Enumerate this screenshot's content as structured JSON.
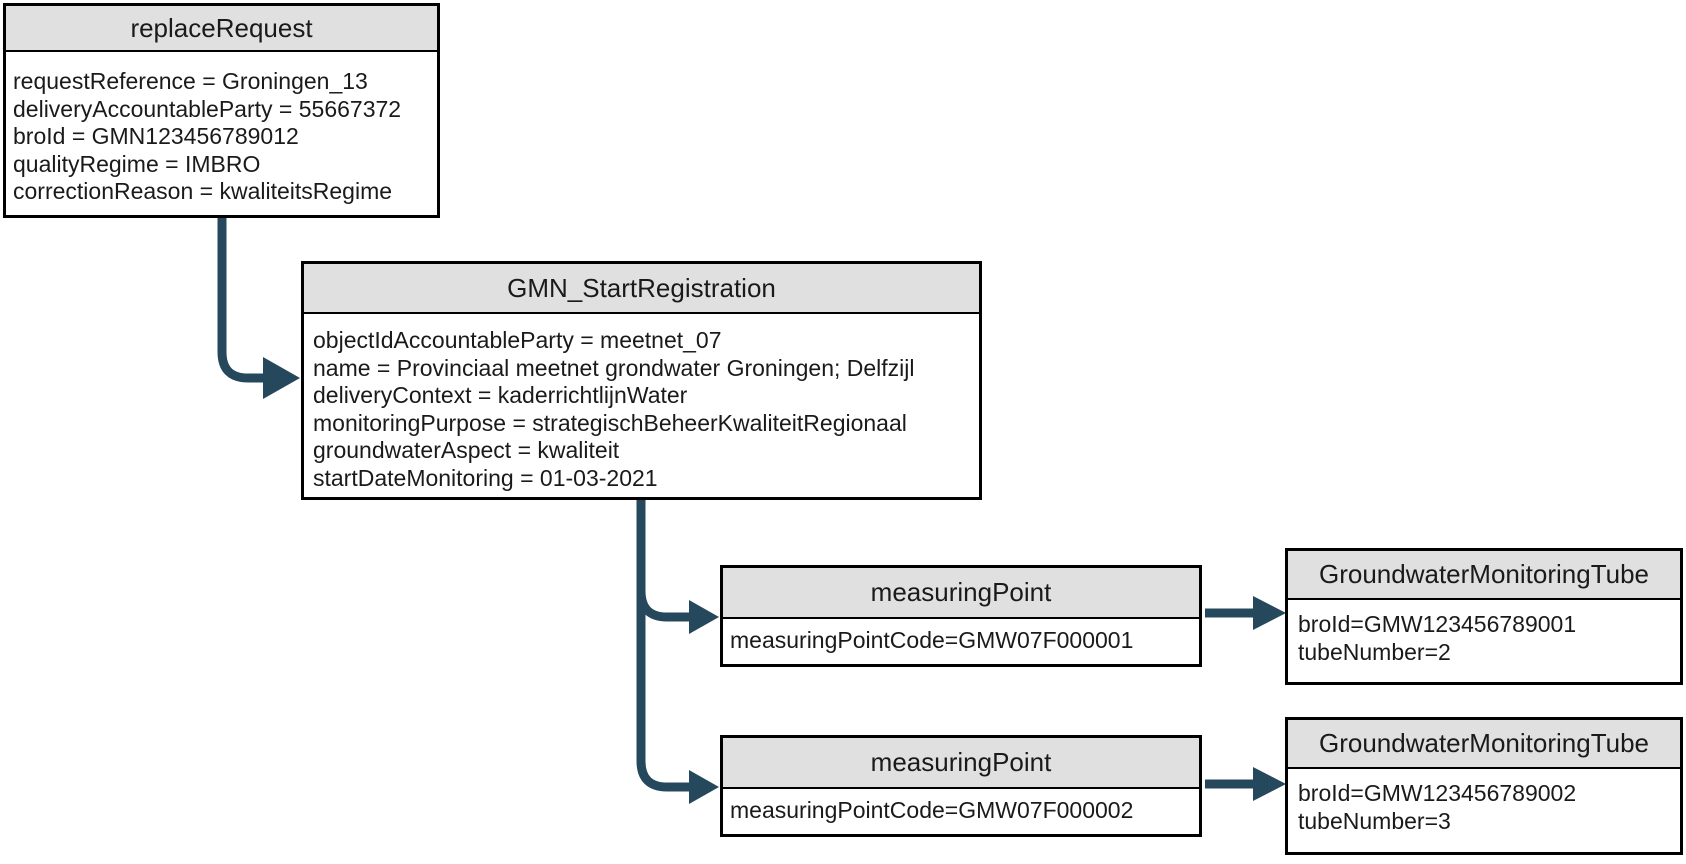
{
  "colors": {
    "canvas_bg": "#FFFFFF",
    "node_header_bg": "#E0E0E0",
    "node_border": "#000000",
    "node_text": "#1A1A1A",
    "connector": "#26485C"
  },
  "nodes": {
    "replace_request": {
      "title": "replaceRequest",
      "attributes": [
        "requestReference = Groningen_13",
        "deliveryAccountableParty = 55667372",
        "broId = GMN123456789012",
        "qualityRegime = IMBRO",
        "correctionReason = kwaliteitsRegime"
      ]
    },
    "gmn_start_registration": {
      "title": "GMN_StartRegistration",
      "attributes": [
        "objectIdAccountableParty = meetnet_07",
        "name = Provinciaal meetnet grondwater Groningen; Delfzijl",
        "deliveryContext = kaderrichtlijnWater",
        "monitoringPurpose = strategischBeheerKwaliteitRegionaal",
        "groundwaterAspect = kwaliteit",
        "startDateMonitoring = 01-03-2021"
      ]
    },
    "measuring_point_1": {
      "title": "measuringPoint",
      "attributes": [
        "measuringPointCode=GMW07F000001"
      ]
    },
    "measuring_point_2": {
      "title": "measuringPoint",
      "attributes": [
        "measuringPointCode=GMW07F000002"
      ]
    },
    "monitoring_tube_1": {
      "title": "GroundwaterMonitoringTube",
      "attributes": [
        "broId=GMW123456789001",
        "tubeNumber=2"
      ]
    },
    "monitoring_tube_2": {
      "title": "GroundwaterMonitoringTube",
      "attributes": [
        "broId=GMW123456789002",
        "tubeNumber=3"
      ]
    }
  },
  "edges": [
    {
      "from": "replace_request",
      "to": "gmn_start_registration"
    },
    {
      "from": "gmn_start_registration",
      "to": "measuring_point_1"
    },
    {
      "from": "gmn_start_registration",
      "to": "measuring_point_2"
    },
    {
      "from": "measuring_point_1",
      "to": "monitoring_tube_1"
    },
    {
      "from": "measuring_point_2",
      "to": "monitoring_tube_2"
    }
  ]
}
